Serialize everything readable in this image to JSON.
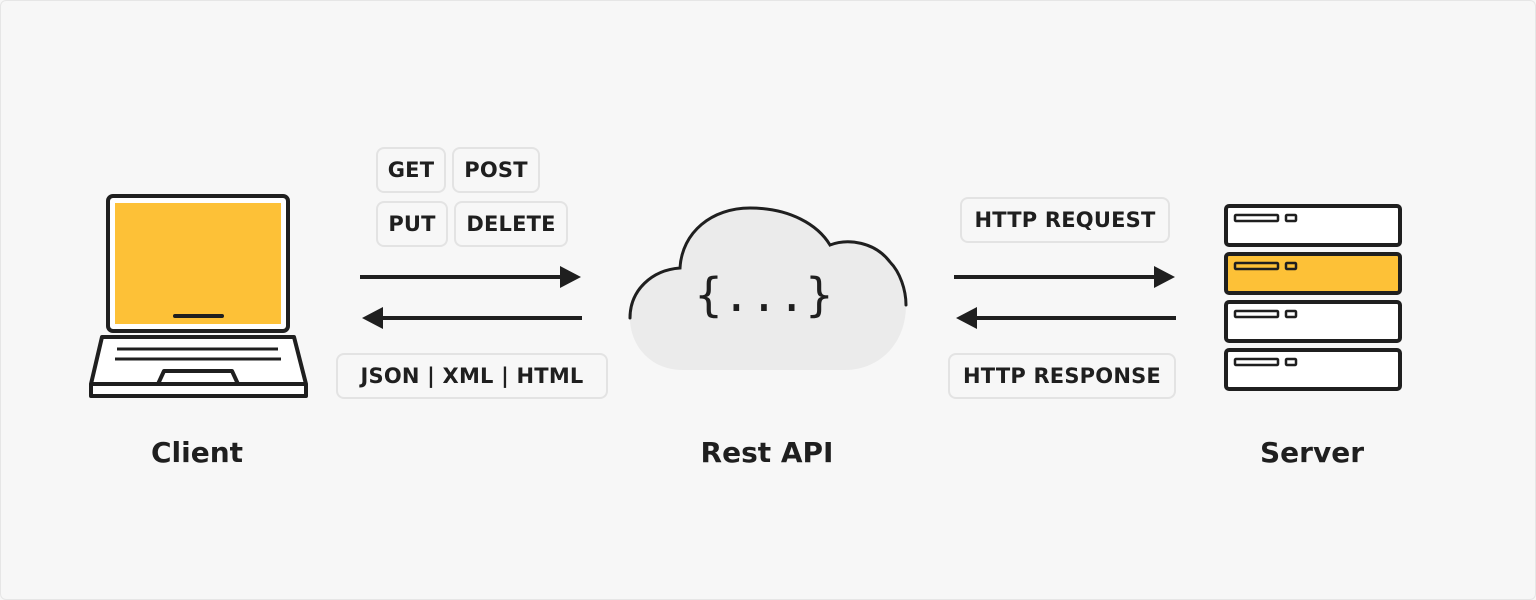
{
  "client": {
    "label": "Client",
    "screen_color": "#FDC137"
  },
  "rest_api": {
    "label": "Rest API",
    "symbol": "{...}"
  },
  "server": {
    "label": "Server",
    "highlight_color": "#FDC137"
  },
  "client_side": {
    "methods": [
      "GET",
      "POST",
      "PUT",
      "DELETE"
    ],
    "formats": "JSON | XML | HTML"
  },
  "server_side": {
    "request": "HTTP REQUEST",
    "response": "HTTP RESPONSE"
  }
}
